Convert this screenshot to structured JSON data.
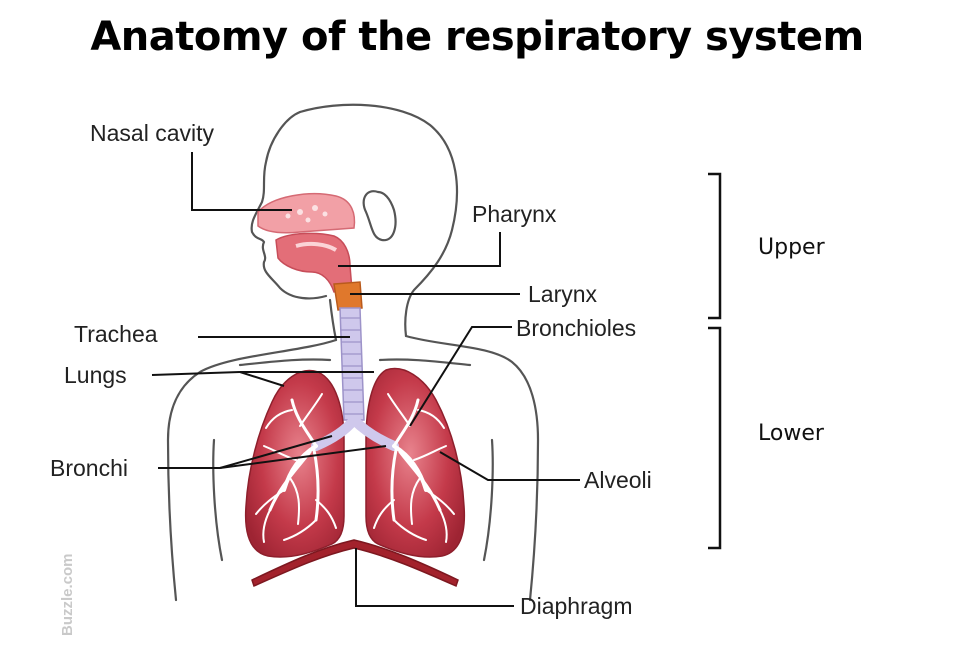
{
  "title": "Anatomy of the respiratory system",
  "labels": {
    "nasal_cavity": "Nasal cavity",
    "pharynx": "Pharynx",
    "larynx": "Larynx",
    "trachea": "Trachea",
    "lungs": "Lungs",
    "bronchioles": "Bronchioles",
    "bronchi": "Bronchi",
    "alveoli": "Alveoli",
    "diaphragm": "Diaphragm"
  },
  "groups": {
    "upper": "Upper",
    "lower": "Lower"
  },
  "watermark": "Buzzle.com",
  "colors": {
    "lung": "#b8303f",
    "lung_light": "#e07a86",
    "airway": "#f2a0a6",
    "larynx": "#e0782c",
    "trachea": "#cfc8ec",
    "diaphragm": "#a3222c",
    "outline": "#555555"
  }
}
